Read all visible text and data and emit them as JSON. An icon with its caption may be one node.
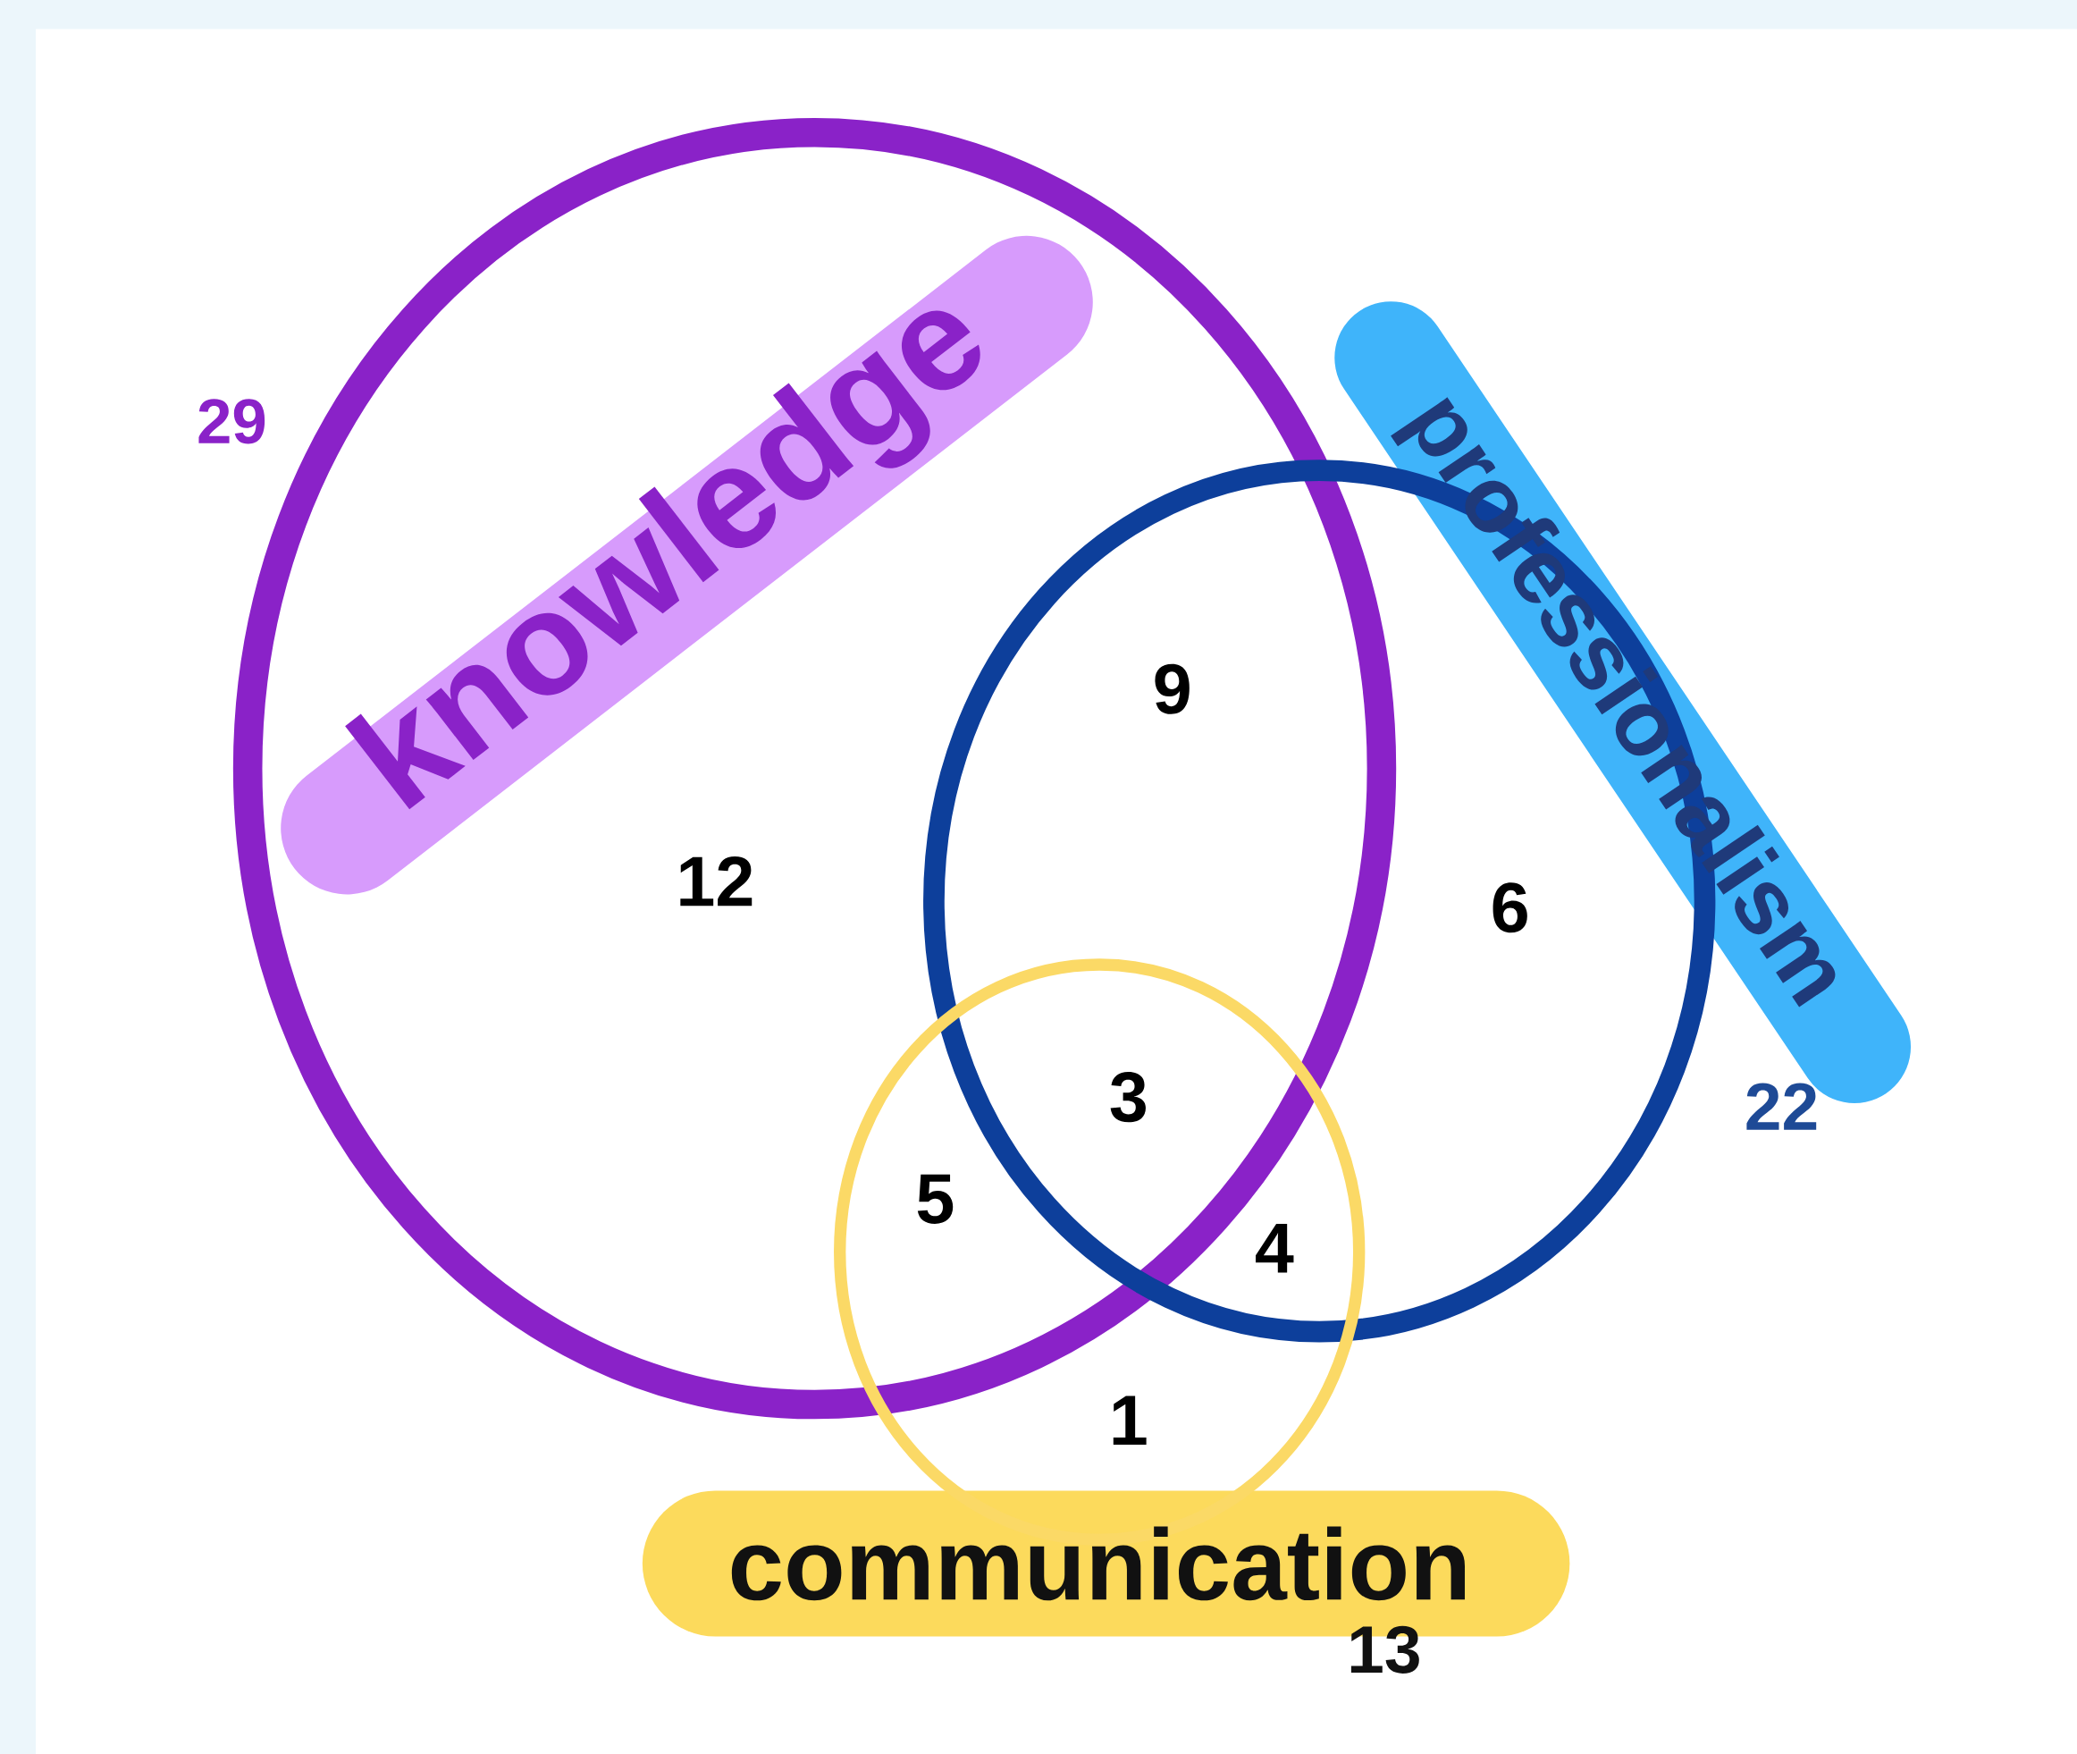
{
  "diagram": {
    "nodes": [
      {
        "text": [
          "knowledge"
        ],
        "beside": [
          "29"
        ]
      },
      {
        "text": [
          "professionalism"
        ],
        "beside": [
          "22"
        ]
      },
      {
        "text": [
          "communication"
        ],
        "beside": [
          "13"
        ]
      }
    ],
    "labels": [
      "9",
      "12",
      "6",
      "3",
      "5",
      "4",
      "1"
    ]
  }
}
